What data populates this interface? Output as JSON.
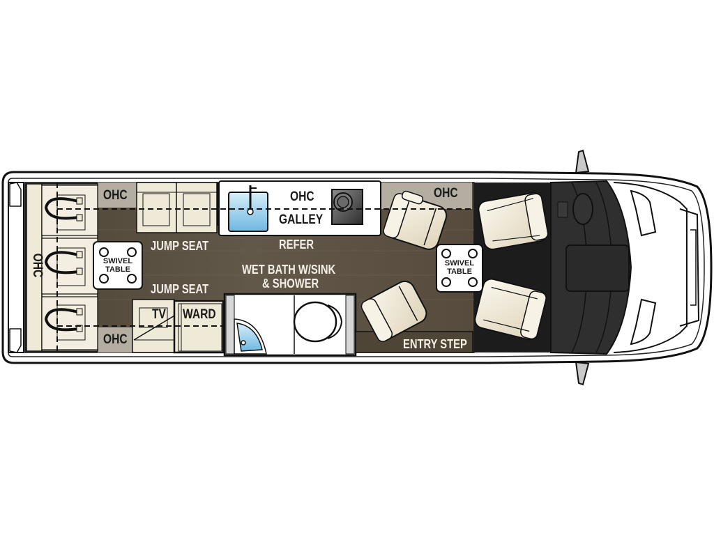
{
  "diagram": {
    "type": "rv-floor-plan",
    "orientation": "front-right",
    "colors": {
      "floor": "#5b5040",
      "floor_light": "#6d6150",
      "cabinet": "#efe9d8",
      "ohc_band": "#b4ada2",
      "cab_dark": "#2a2a2a",
      "cab_floor": "#1c1c1c",
      "seat": "#ebe4cf",
      "water": "#8fcbea",
      "outline": "#111111",
      "body": "#ffffff"
    }
  },
  "labels": {
    "ohc_rear_top": "OHC",
    "ohc_rear_bottom": "OHC",
    "ohc_rear_wall": "OHC",
    "ohc_galley": "OHC",
    "ohc_front": "OHC",
    "galley": "GALLEY",
    "refer": "REFER",
    "jump_seat_top": "JUMP SEAT",
    "jump_seat_bottom": "JUMP SEAT",
    "wet_bath_line1": "WET BATH W/SINK",
    "wet_bath_line2": "& SHOWER",
    "tv": "TV",
    "ward": "WARD",
    "entry_step": "ENTRY STEP",
    "swivel_table_rear_1": "SWIVEL",
    "swivel_table_rear_2": "TABLE",
    "swivel_table_front_1": "SWIVEL",
    "swivel_table_front_2": "TABLE"
  },
  "features": [
    {
      "name": "rear-bed-seating",
      "count": 3
    },
    {
      "name": "jump-seat",
      "count": 2
    },
    {
      "name": "swivel-table",
      "count": 2
    },
    {
      "name": "swivel-captain-chair",
      "count": 2
    },
    {
      "name": "cab-seat",
      "count": 2
    },
    {
      "name": "galley-sink",
      "count": 1
    },
    {
      "name": "cooktop",
      "count": 1
    },
    {
      "name": "wet-bath",
      "count": 1
    },
    {
      "name": "toilet",
      "count": 1
    },
    {
      "name": "corner-shower",
      "count": 1
    },
    {
      "name": "tv-cabinet",
      "count": 1
    },
    {
      "name": "wardrobe",
      "count": 1
    }
  ]
}
